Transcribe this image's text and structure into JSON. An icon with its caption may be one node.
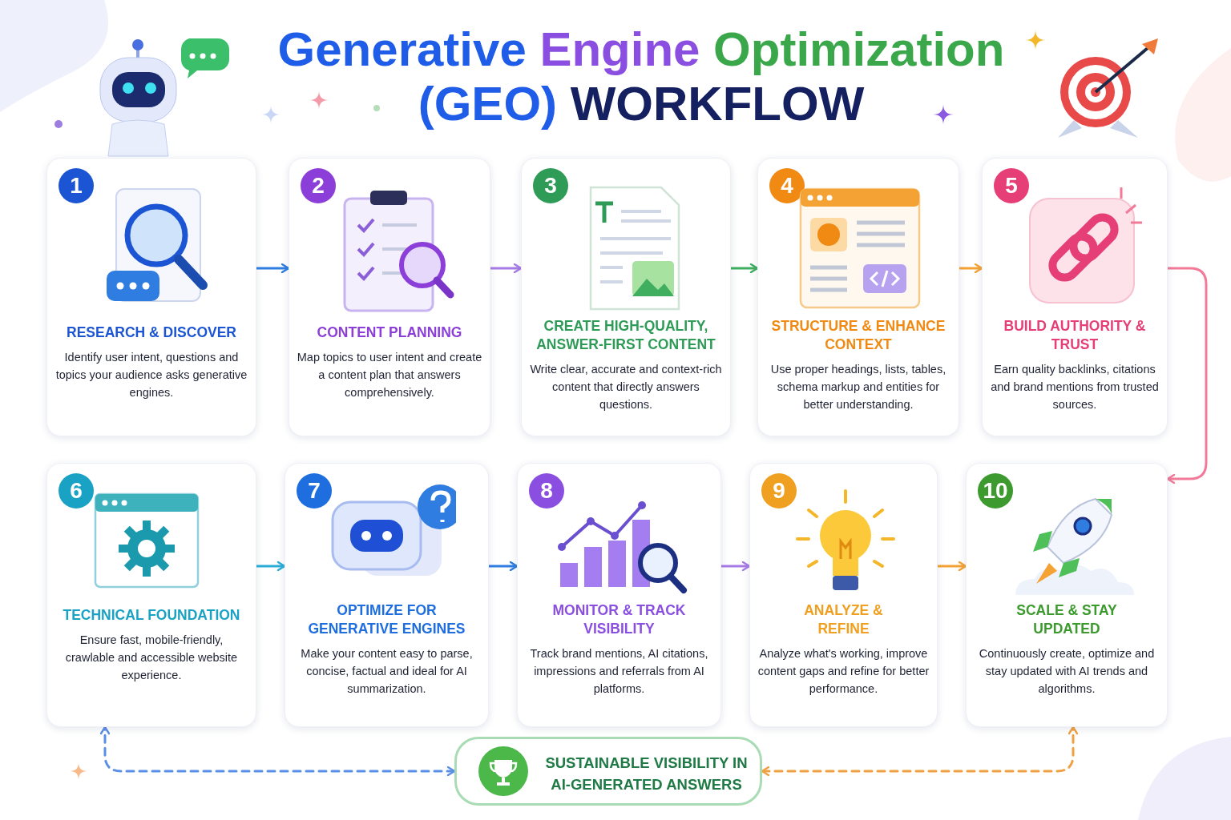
{
  "diagram": {
    "title": "Generative Engine Optimization (GEO) WORKFLOW",
    "nodes": [
      {
        "text": [
          "1",
          "RESEARCH & DISCOVER",
          "Identify user intent, questions and topics your audience asks generative engines."
        ]
      },
      {
        "text": [
          "2",
          "CONTENT PLANNING",
          "Map topics to user intent and create a content plan that answers comprehensively."
        ]
      },
      {
        "text": [
          "3",
          "CREATE HIGH-QUALITY, ANSWER-FIRST CONTENT",
          "Write clear, accurate and context-rich content that directly answers questions."
        ]
      },
      {
        "text": [
          "4",
          "STRUCTURE & ENHANCE CONTEXT",
          "Use proper headings, lists, tables, schema markup and entities for better understanding."
        ]
      },
      {
        "text": [
          "5",
          "BUILD AUTHORITY & TRUST",
          "Earn quality backlinks, citations and brand mentions from trusted sources."
        ]
      },
      {
        "text": [
          "6",
          "TECHNICAL FOUNDATION",
          "Ensure fast, mobile-friendly, crawlable and accessible website experience."
        ]
      },
      {
        "text": [
          "7",
          "OPTIMIZE FOR GENERATIVE ENGINES",
          "Make your content easy to parse, concise, factual and ideal for AI summarization."
        ]
      },
      {
        "text": [
          "8",
          "MONITOR & TRACK VISIBILITY",
          "Track brand mentions, AI citations, impressions and referrals from AI platforms."
        ]
      },
      {
        "text": [
          "9",
          "ANALYZE & REFINE",
          "Analyze what's working, improve content gaps and refine for better performance."
        ]
      },
      {
        "text": [
          "10",
          "SCALE & STAY UPDATED",
          "Continuously create, optimize and stay updated with AI trends and algorithms."
        ]
      },
      {
        "text": [
          "SUSTAINABLE VISIBILITY IN AI-GENERATED ANSWERS"
        ]
      }
    ],
    "edges": [
      {
        "from": 0,
        "to": 1,
        "arrow": "to",
        "color": "#2f7de1"
      },
      {
        "from": 1,
        "to": 2,
        "arrow": "to",
        "color": "#a77be6"
      },
      {
        "from": 2,
        "to": 3,
        "arrow": "to",
        "color": "#3fae5f"
      },
      {
        "from": 3,
        "to": 4,
        "arrow": "to",
        "color": "#f5a234"
      },
      {
        "from": 4,
        "to": 9,
        "arrow": "to",
        "color": "#f27a98"
      },
      {
        "from": 5,
        "to": 6,
        "arrow": "to",
        "color": "#2aaed8"
      },
      {
        "from": 6,
        "to": 7,
        "arrow": "to",
        "color": "#2f7de1"
      },
      {
        "from": 7,
        "to": 8,
        "arrow": "to",
        "color": "#a77be6"
      },
      {
        "from": 8,
        "to": 9,
        "arrow": "to",
        "color": "#f5a234"
      },
      {
        "from": 10,
        "to": 5,
        "arrow": "both",
        "style": "dashed",
        "color": "#5b8fe6"
      },
      {
        "from": 10,
        "to": 9,
        "arrow": "both",
        "style": "dashed",
        "color": "#f0a040"
      }
    ]
  }
}
